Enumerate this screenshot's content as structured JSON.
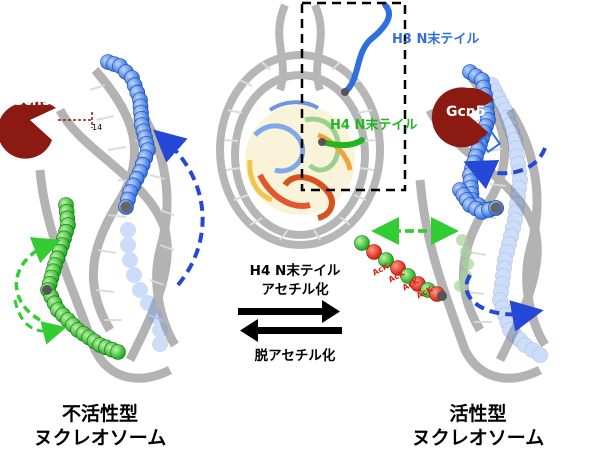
{
  "labels": {
    "h3_tail": "H3 N末テイル",
    "h4_tail": "H4 N末テイル",
    "gcn5_left": "Gcn5",
    "gcn5_right": "Gcn5",
    "residue_number": "14",
    "acetylation": "H4 N末テイル\nアセチル化",
    "deacetylation": "脱アセチル化",
    "inactive": "不活性型\nヌクレオソーム",
    "active": "活性型\nヌクレオソーム",
    "ack_marks": [
      "AcK",
      "AcK",
      "AcK",
      "AcK"
    ]
  },
  "colors": {
    "h3_blue": "#2f6fe0",
    "h4_green": "#22b522",
    "gcn5_red": "#8b1a12",
    "arrow_blue": "#2548d6",
    "arrow_green": "#33cc33",
    "ack_red": "#e02010"
  }
}
